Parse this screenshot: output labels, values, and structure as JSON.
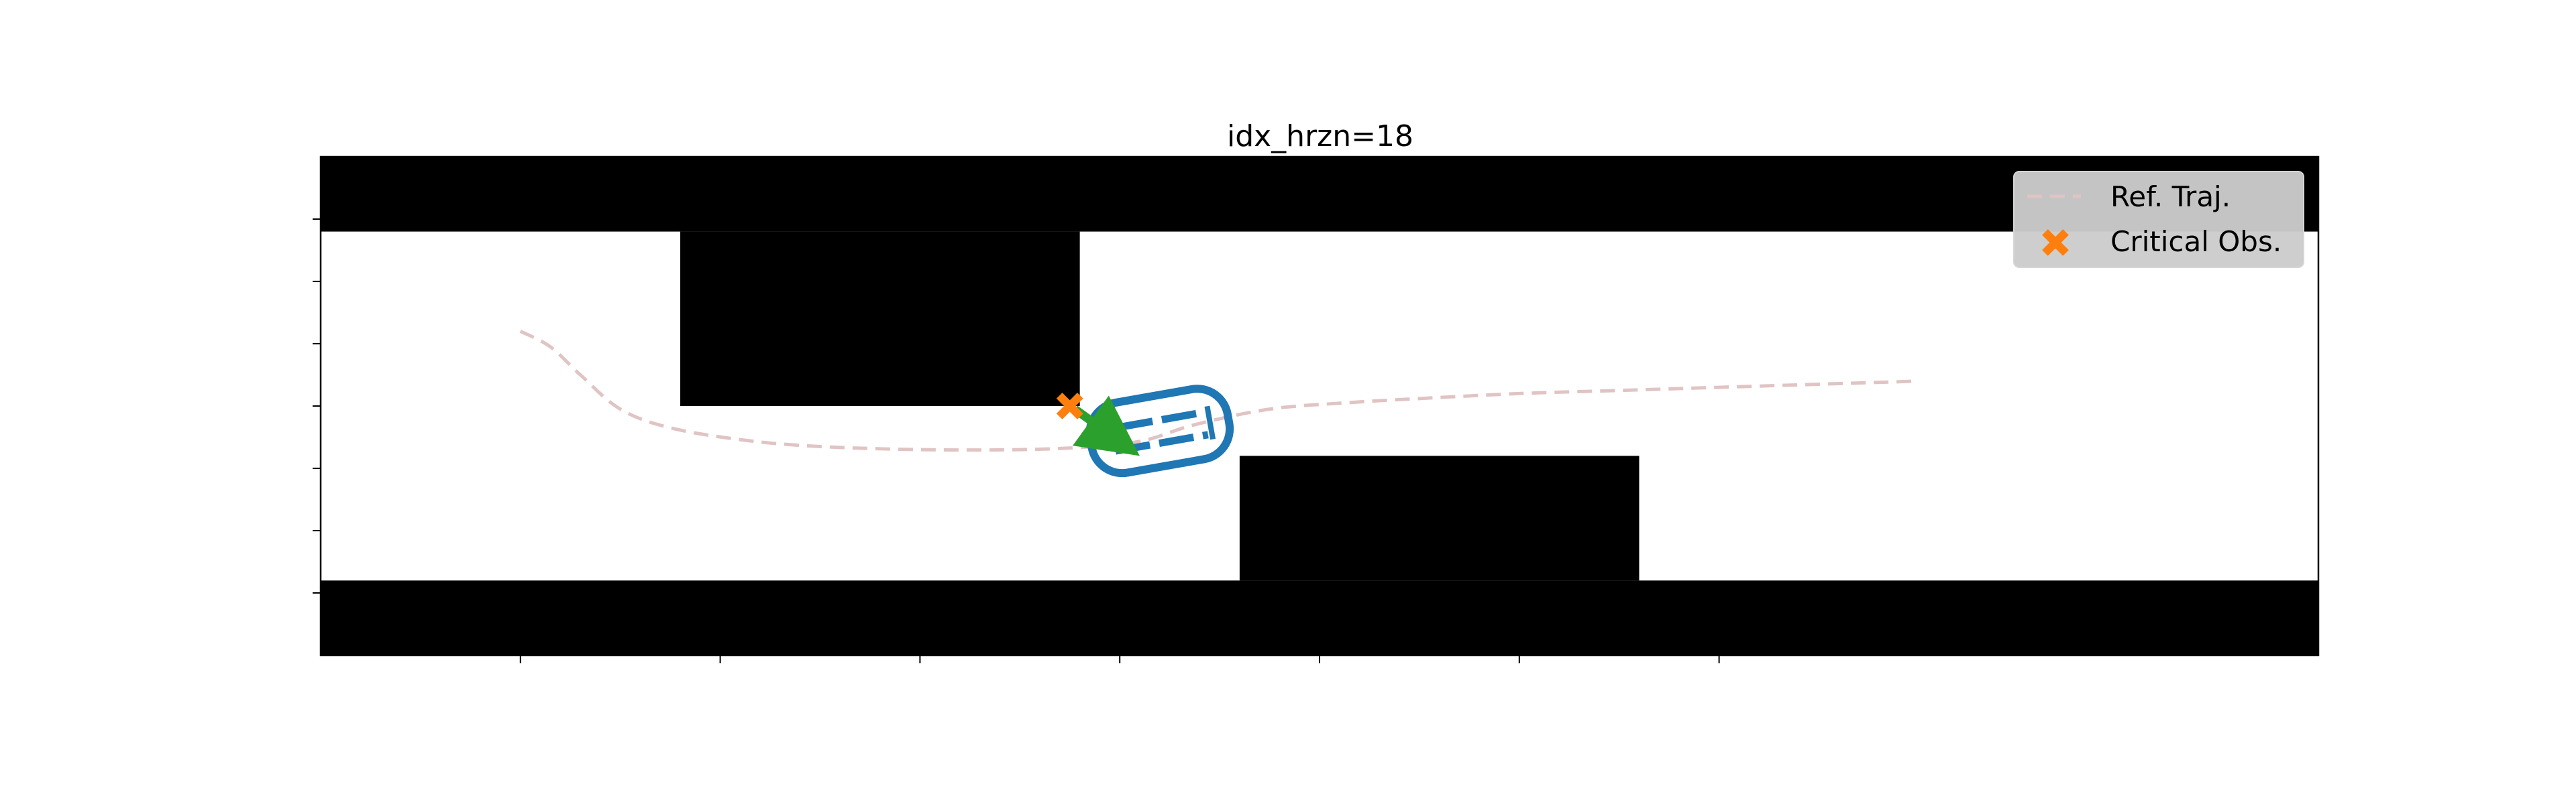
{
  "chart_data": {
    "type": "line",
    "title": "idx_hrzn=18",
    "xlim": [
      0,
      40
    ],
    "ylim": [
      0,
      8
    ],
    "grid": false,
    "tick_labels_shown": false,
    "x_ticks": [
      4,
      8,
      12,
      16,
      20,
      24,
      28
    ],
    "y_ticks": [
      1,
      2,
      3,
      4,
      5,
      6,
      7
    ],
    "legend": {
      "placement": "top-right",
      "entries": [
        {
          "label": "Ref. Traj.",
          "style": "dashed-line",
          "color": "#e0c4c4"
        },
        {
          "label": "Critical Obs.",
          "style": "x-marker",
          "color": "#ff7f0e"
        }
      ]
    },
    "obstacles": [
      {
        "x0": 0,
        "x1": 40,
        "y0": 6.8,
        "y1": 8
      },
      {
        "x0": 0,
        "x1": 40,
        "y0": 0,
        "y1": 1.2
      },
      {
        "x0": 7.2,
        "x1": 15.2,
        "y0": 4,
        "y1": 6.8
      },
      {
        "x0": 18.4,
        "x1": 26.4,
        "y0": 1.2,
        "y1": 3.2
      }
    ],
    "series": [
      {
        "name": "Ref. Traj.",
        "color": "#e0c4c4",
        "x": [
          4.0,
          4.6,
          5.2,
          6.0,
          7.0,
          8.5,
          10.0,
          12.0,
          14.0,
          15.5,
          16.5,
          17.5,
          19.0,
          20.5,
          22.0,
          24.0,
          26.0,
          28.0,
          30.0,
          32.0
        ],
        "y": [
          5.2,
          4.95,
          4.5,
          3.95,
          3.65,
          3.45,
          3.35,
          3.3,
          3.3,
          3.35,
          3.45,
          3.7,
          3.95,
          4.05,
          4.12,
          4.2,
          4.25,
          4.3,
          4.35,
          4.4
        ]
      }
    ],
    "critical_obstacle": {
      "x": 15.0,
      "y": 4.0,
      "color": "#ff7f0e"
    },
    "vehicle": {
      "x": 16.8,
      "y": 3.6,
      "heading_deg": 10,
      "color": "#1f77b4"
    },
    "arrow": {
      "x_start": 15.1,
      "y_start": 3.95,
      "x_end": 16.4,
      "y_end": 3.2,
      "color": "#2ca02c"
    }
  }
}
